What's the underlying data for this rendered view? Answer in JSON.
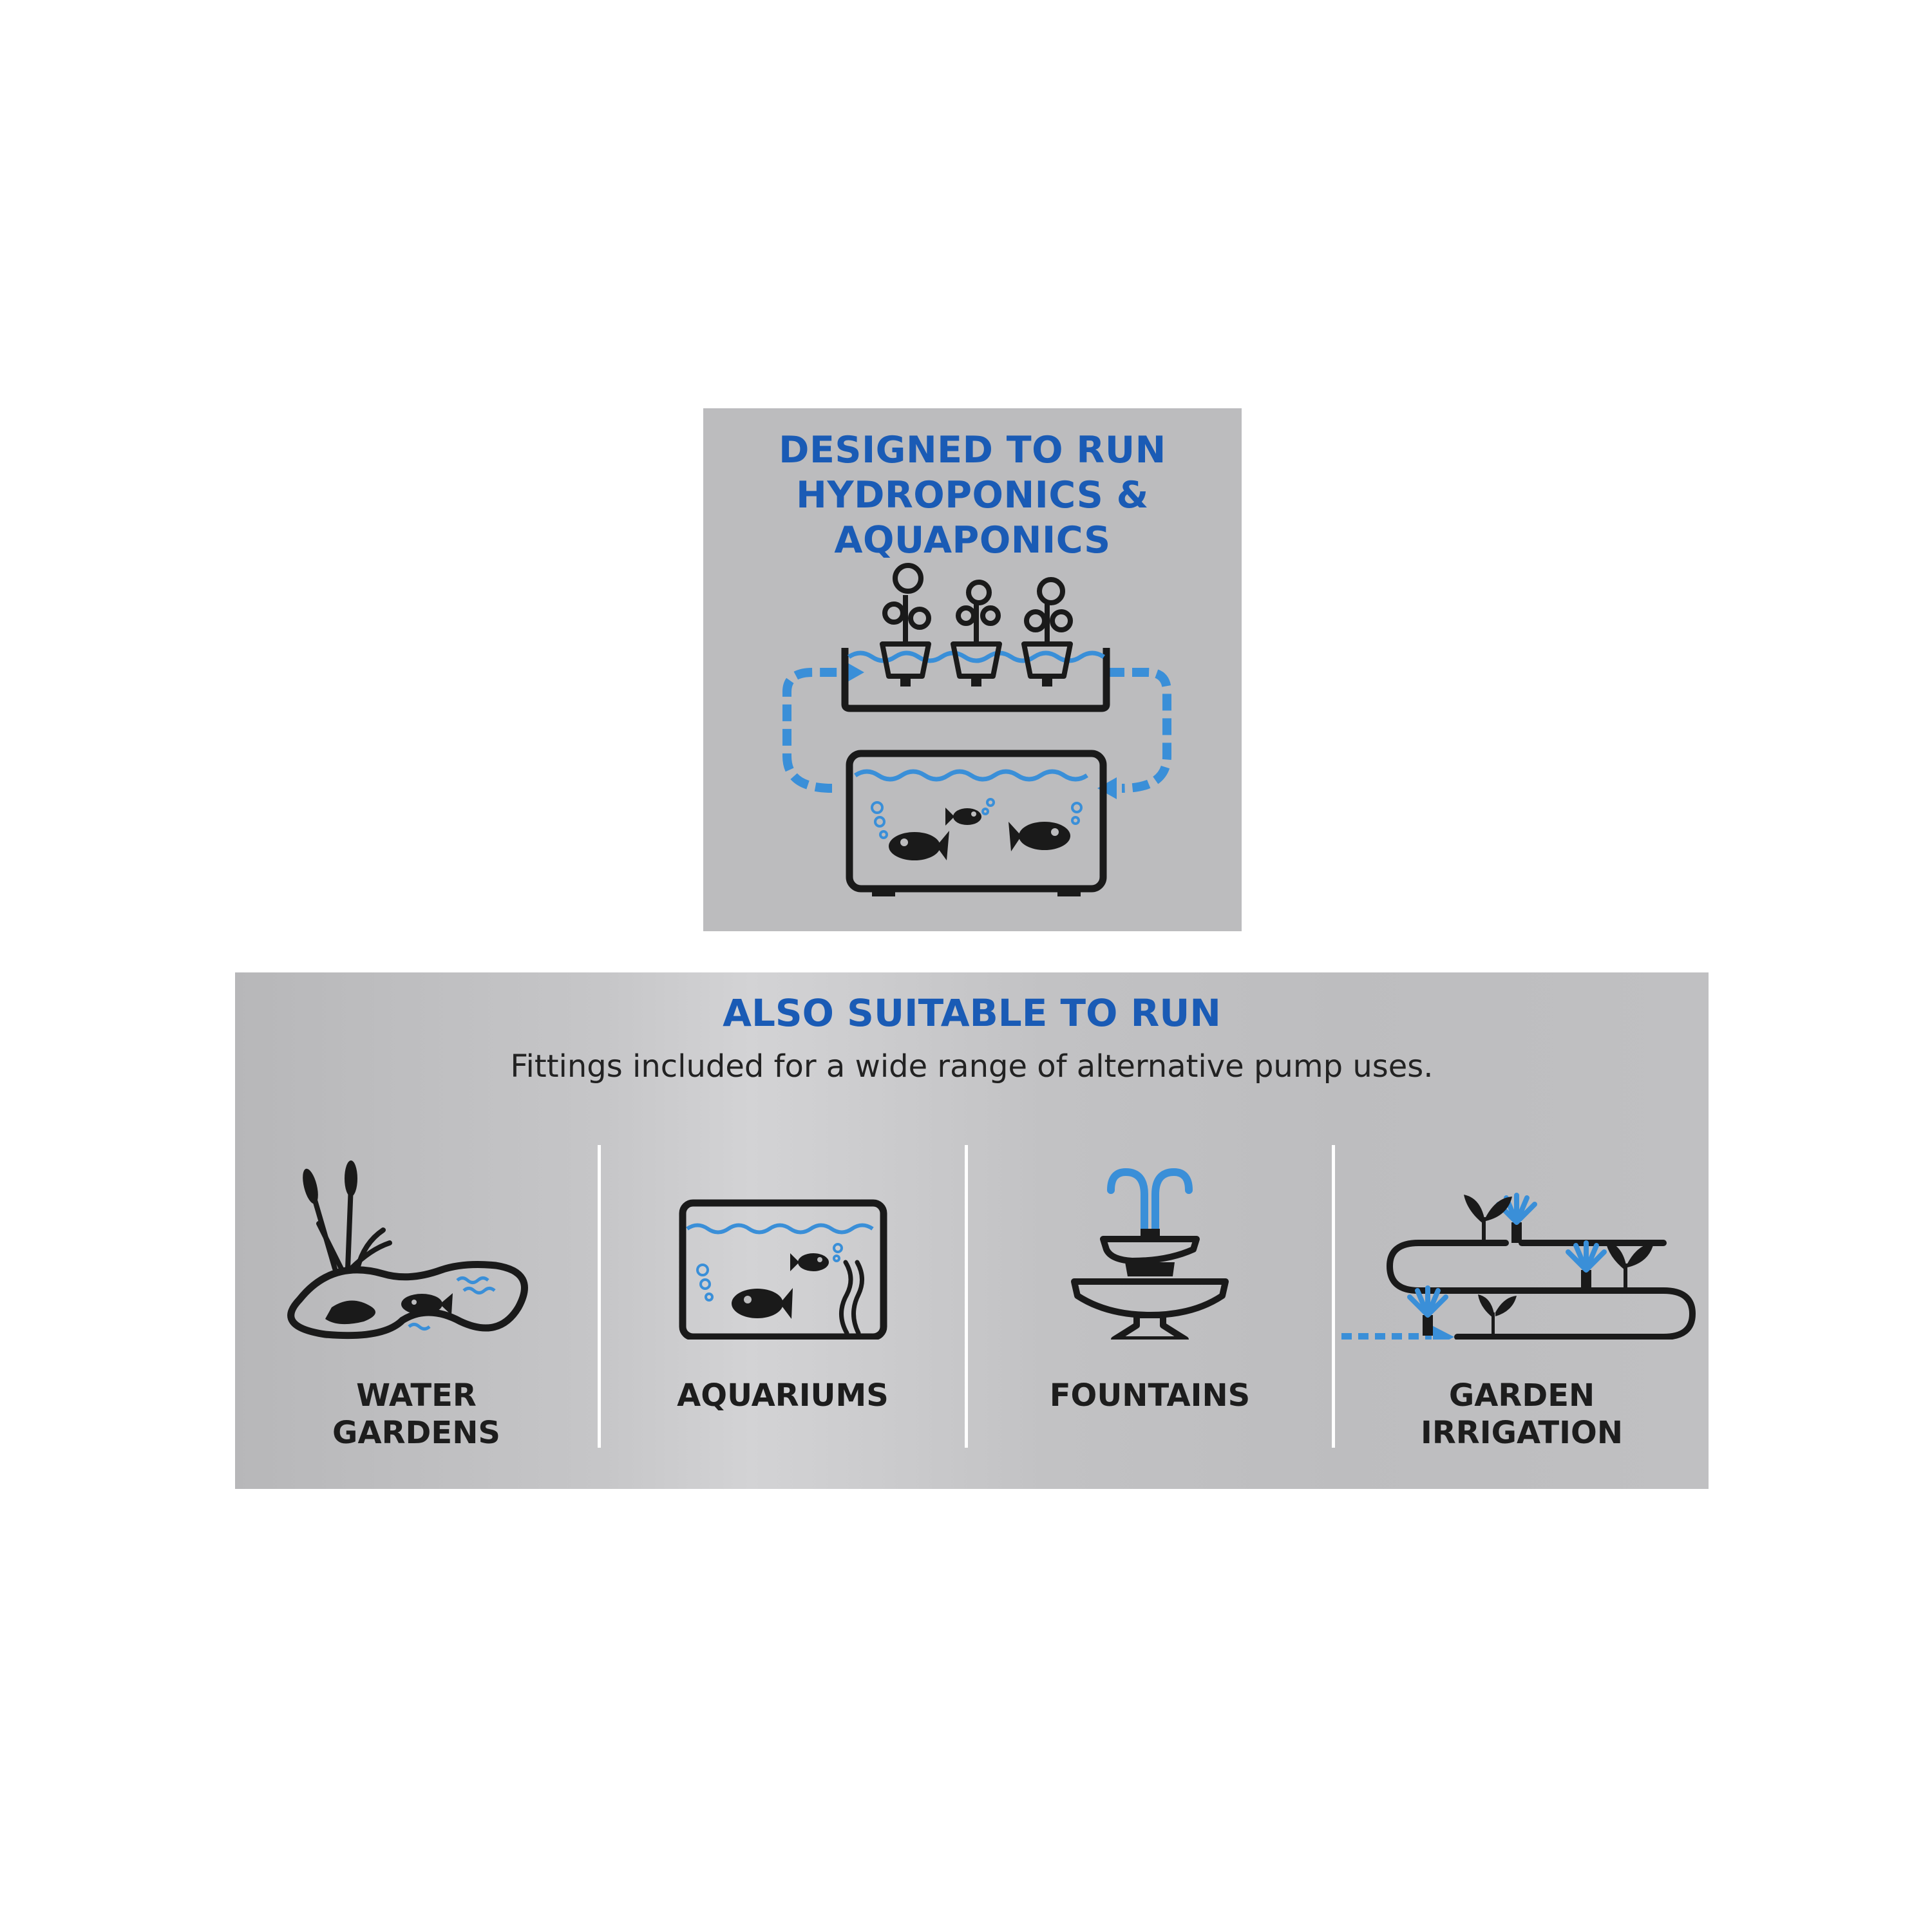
{
  "colors": {
    "accent_blue": "#1a5bb5",
    "water_blue": "#3a8fd8",
    "icon_black": "#1a1a1a",
    "panel_grey": "#bcbcbe"
  },
  "designed": {
    "title_lines": [
      "DESIGNED TO RUN",
      "HYDROPONICS &",
      "AQUAPONICS"
    ],
    "icon": "hydroponics-aquaponics-loop-icon"
  },
  "suitable": {
    "title": "ALSO SUITABLE TO RUN",
    "subtitle": "Fittings included for a wide range of alternative pump uses.",
    "uses": [
      {
        "label_lines": [
          "WATER",
          "GARDENS"
        ],
        "icon": "pond-icon"
      },
      {
        "label_lines": [
          "AQUARIUMS"
        ],
        "icon": "aquarium-icon"
      },
      {
        "label_lines": [
          "FOUNTAINS"
        ],
        "icon": "fountain-icon"
      },
      {
        "label_lines": [
          "GARDEN",
          "IRRIGATION"
        ],
        "icon": "irrigation-icon"
      }
    ]
  }
}
